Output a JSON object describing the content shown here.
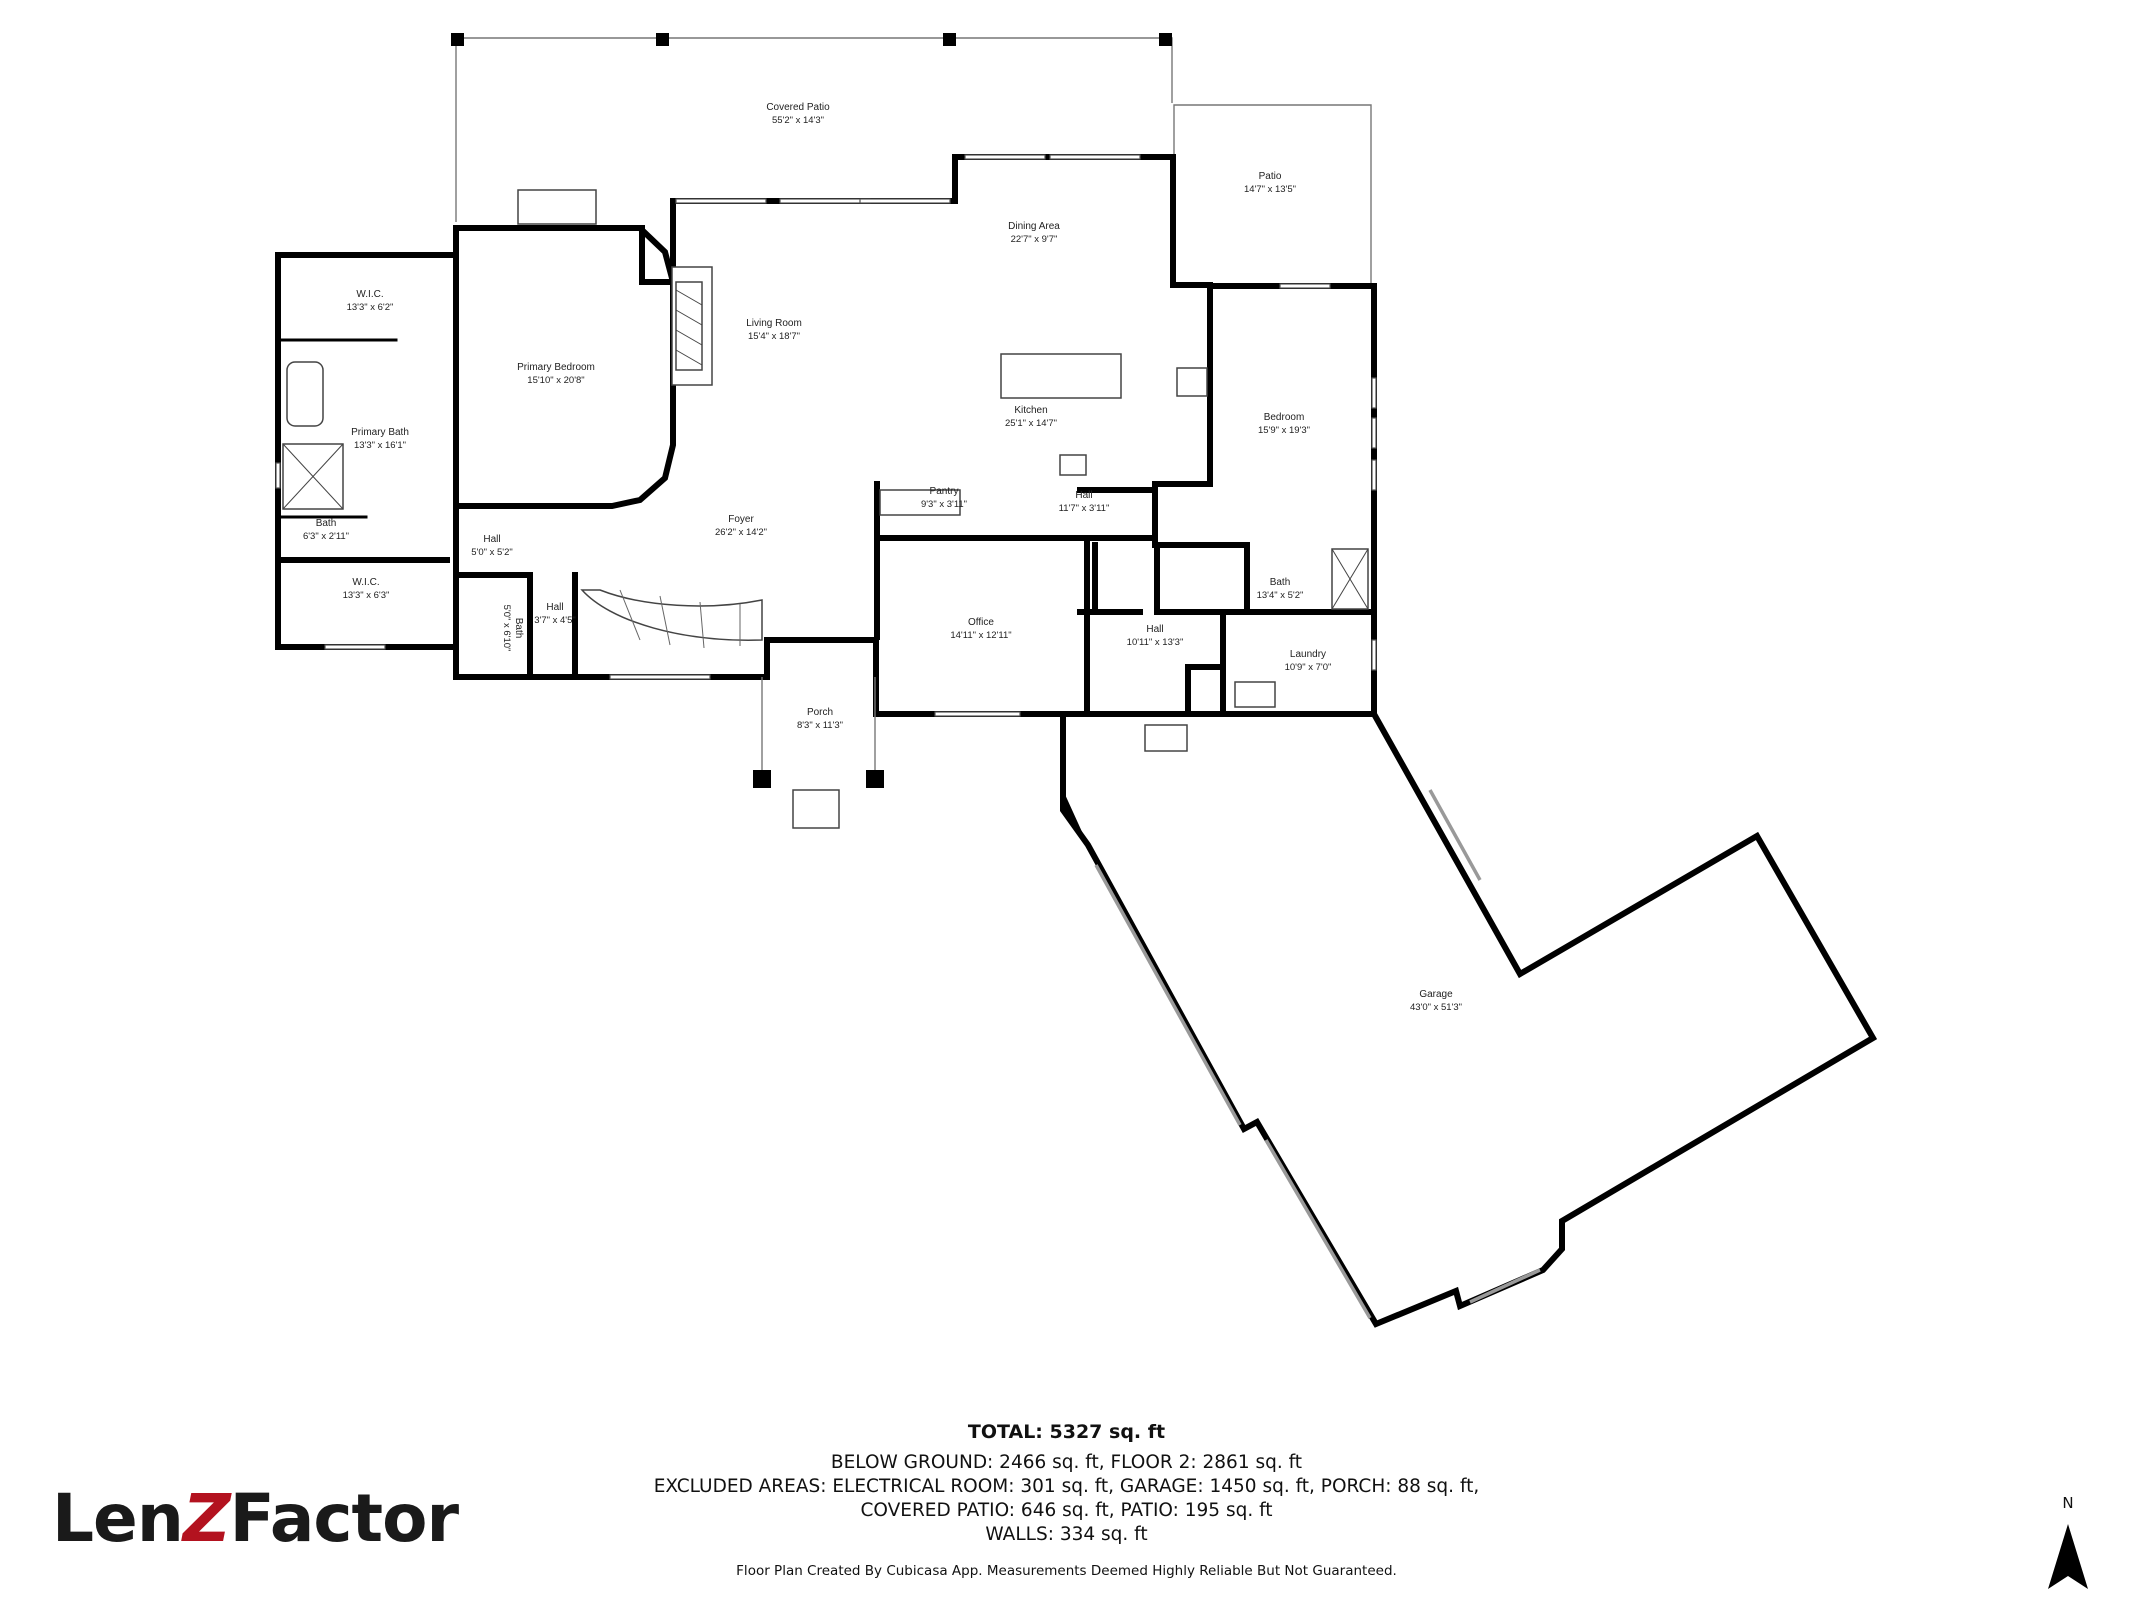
{
  "rooms": {
    "covered_patio": {
      "name": "Covered Patio",
      "dim": "55'2\" x 14'3\""
    },
    "patio": {
      "name": "Patio",
      "dim": "14'7\" x 13'5\""
    },
    "dining_area": {
      "name": "Dining Area",
      "dim": "22'7\" x 9'7\""
    },
    "wic_top": {
      "name": "W.I.C.",
      "dim": "13'3\" x 6'2\""
    },
    "primary_bedroom": {
      "name": "Primary Bedroom",
      "dim": "15'10\" x 20'8\""
    },
    "living_room": {
      "name": "Living Room",
      "dim": "15'4\" x 18'7\""
    },
    "primary_bath": {
      "name": "Primary Bath",
      "dim": "13'3\" x 16'1\""
    },
    "kitchen": {
      "name": "Kitchen",
      "dim": "25'1\" x 14'7\""
    },
    "bedroom": {
      "name": "Bedroom",
      "dim": "15'9\" x 19'3\""
    },
    "pantry": {
      "name": "Pantry",
      "dim": "9'3\" x 3'11\""
    },
    "hall_kitchen": {
      "name": "Hall",
      "dim": "11'7\" x 3'11\""
    },
    "foyer": {
      "name": "Foyer",
      "dim": "26'2\" x 14'2\""
    },
    "bath_small": {
      "name": "Bath",
      "dim": "6'3\" x 2'11\""
    },
    "hall_primary": {
      "name": "Hall",
      "dim": "5'0\" x 5'2\""
    },
    "wic_bottom": {
      "name": "W.I.C.",
      "dim": "13'3\" x 6'3\""
    },
    "bath_right": {
      "name": "Bath",
      "dim": "13'4\" x 5'2\""
    },
    "bath_powder": {
      "name": "Bath",
      "dim": "5'0\" x 6'10\""
    },
    "hall_powder": {
      "name": "Hall",
      "dim": "3'7\" x 4'5\""
    },
    "office": {
      "name": "Office",
      "dim": "14'11\" x 12'11\""
    },
    "hall_right": {
      "name": "Hall",
      "dim": "10'11\" x 13'3\""
    },
    "laundry": {
      "name": "Laundry",
      "dim": "10'9\" x 7'0\""
    },
    "porch": {
      "name": "Porch",
      "dim": "8'3\" x 11'3\""
    },
    "garage": {
      "name": "Garage",
      "dim": "43'0\" x 51'3\""
    }
  },
  "summary": {
    "total": "TOTAL: 5327 sq. ft",
    "line1": "BELOW GROUND: 2466 sq. ft, FLOOR 2: 2861 sq. ft",
    "line2": "EXCLUDED AREAS: ELECTRICAL ROOM: 301 sq. ft, GARAGE: 1450 sq. ft, PORCH: 88 sq. ft,",
    "line3": "COVERED PATIO: 646 sq. ft, PATIO: 195 sq. ft",
    "line4": "WALLS: 334 sq. ft"
  },
  "disclaimer": "Floor Plan Created By Cubicasa App. Measurements Deemed Highly Reliable But Not Guaranteed.",
  "logo": {
    "part1": "Len",
    "part2": "Z",
    "part3": "Factor",
    "accent_color": "#b3121f"
  },
  "north": {
    "letter": "N",
    "icon": "north-arrow-icon"
  }
}
